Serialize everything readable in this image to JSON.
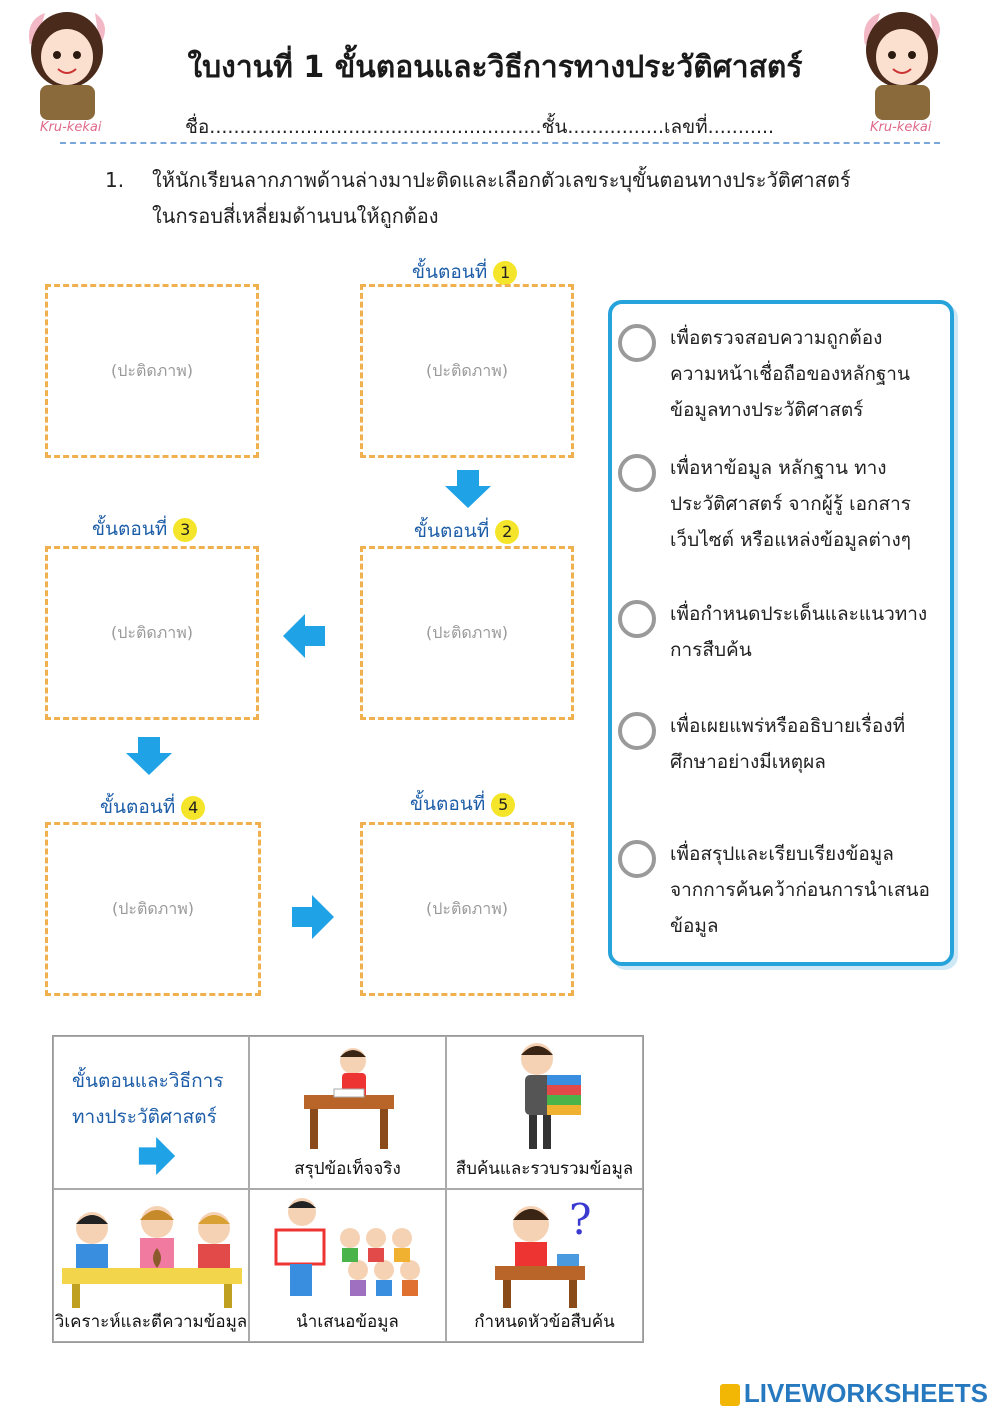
{
  "header": {
    "title": "ใบงานที่ 1 ขั้นตอนและวิธีการทางประวัติศาสตร์",
    "name_line": "ชื่อ.......................................................ชั้น................เลขที่...........",
    "watermark": "Kru-kekai"
  },
  "instruction": {
    "number": "1.",
    "text_line1": "ให้นักเรียนลากภาพด้านล่างมาปะติดและเลือกตัวเลขระบุขั้นตอนทางประวัติศาสตร์",
    "text_line2": "ในกรอบสี่เหลี่ยมด้านบนให้ถูกต้อง"
  },
  "steps": {
    "label": "ขั้นตอนที่",
    "placeholder": "(ปะติดภาพ)",
    "numbers": [
      "1",
      "2",
      "3",
      "4",
      "5"
    ]
  },
  "options": [
    {
      "line1": "เพื่อตรวจสอบความถูกต้อง",
      "line2": "ความหน้าเชื่อถือของหลักฐาน",
      "line3": "ข้อมูลทางประวัติศาสตร์"
    },
    {
      "line1": "เพื่อหาข้อมูล หลักฐาน ทาง",
      "line2": "ประวัติศาสตร์ จากผู้รู้ เอกสาร",
      "line3": "เว็บไซต์ หรือแหล่งข้อมูลต่างๆ"
    },
    {
      "line1": "เพื่อกำหนดประเด็นและแนวทาง",
      "line2": "การสืบค้น",
      "line3": ""
    },
    {
      "line1": "เพื่อเผยแพร่หรืออธิบายเรื่องที่",
      "line2": "ศึกษาอย่างมีเหตุผล",
      "line3": ""
    },
    {
      "line1": "เพื่อสรุปและเรียบเรียงข้อมูล",
      "line2": "จากการค้นคว้าก่อนการนำเสนอ",
      "line3": "ข้อมูล"
    }
  ],
  "cards": {
    "header_line1": "ขั้นตอนและวิธีการ",
    "header_line2": "ทางประวัติศาสตร์",
    "items": [
      "สรุปข้อเท็จจริง",
      "สืบค้นและรวบรวมข้อมูล",
      "วิเคราะห์และตีความข้อมูล",
      "นำเสนอข้อมูล",
      "กำหนดหัวข้อสืบค้น"
    ]
  },
  "footer": {
    "brand": "LIVEWORKSHEETS"
  },
  "colors": {
    "accent_blue": "#27a3dc",
    "dashed_orange": "#f0b04d",
    "step_yellow": "#f5e52a"
  }
}
